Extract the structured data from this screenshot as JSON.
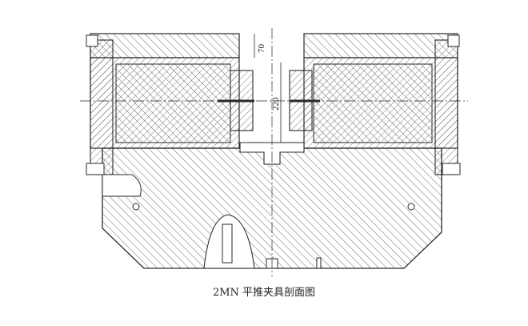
{
  "figure": {
    "caption": "2MN 平推夹具剖面图",
    "dimensions": {
      "top_gap": "70",
      "cavity_height": "220"
    },
    "colors": {
      "line": "#2a2a2a",
      "hatch": "#5a5a5a",
      "background": "#ffffff"
    }
  }
}
